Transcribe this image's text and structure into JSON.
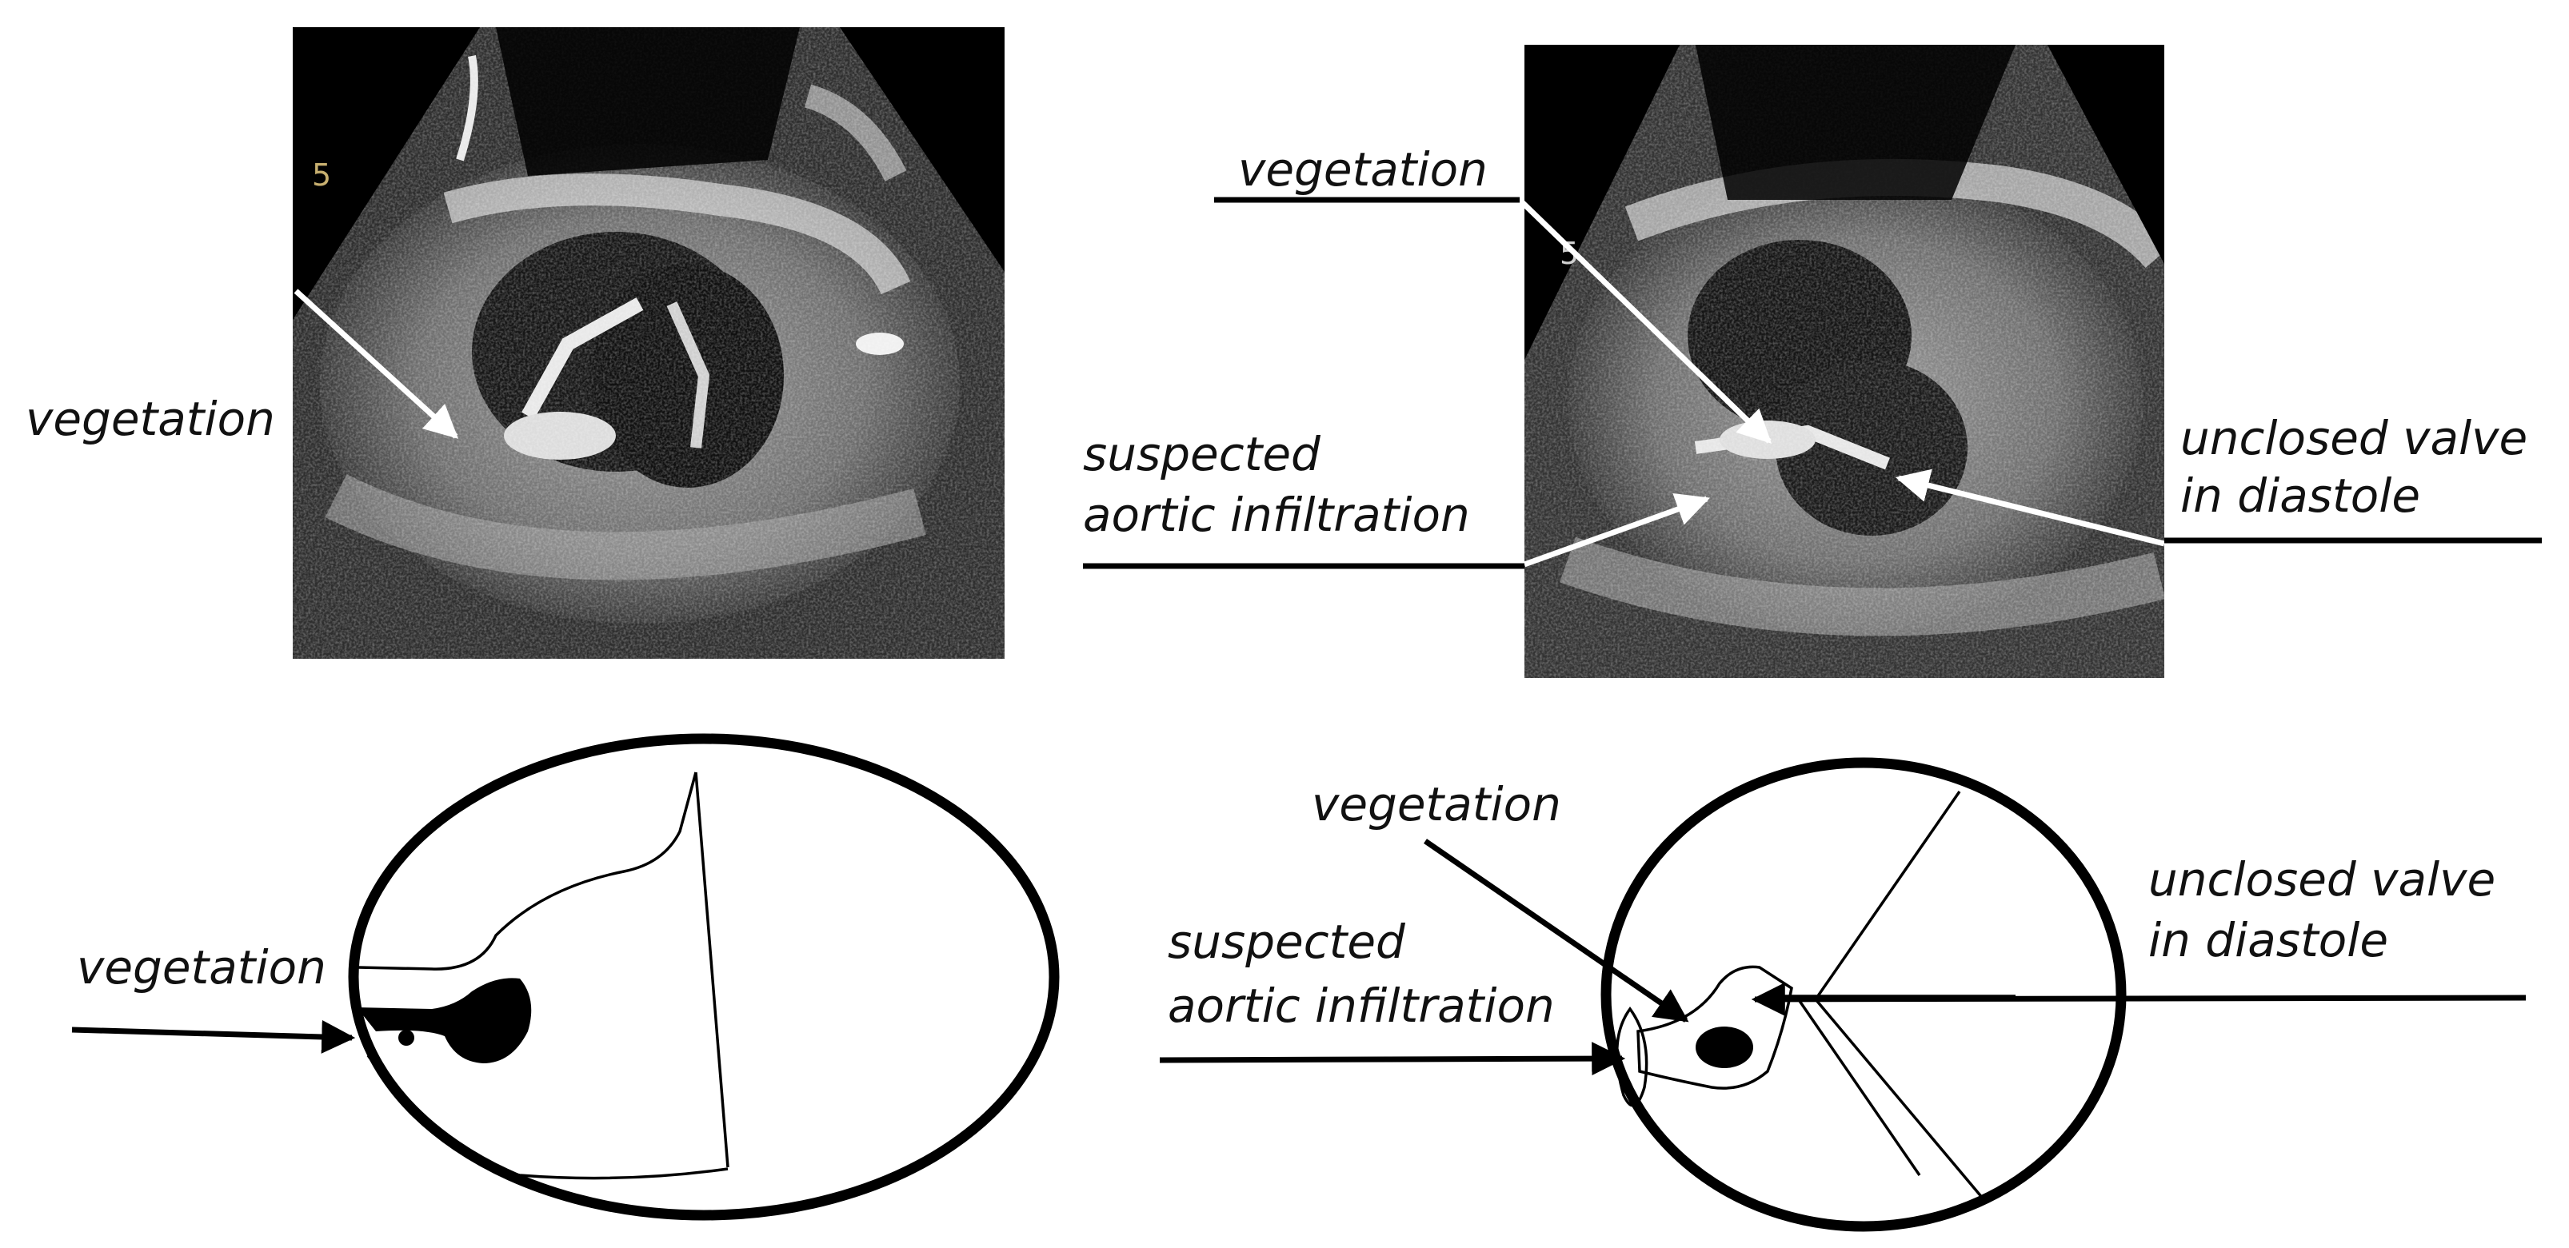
{
  "labels": {
    "panel_a_vegetation": "vegetation",
    "panel_b_vegetation": "vegetation",
    "panel_b_suspected_1": "suspected",
    "panel_b_suspected_2": "aortic infiltration",
    "panel_b_unclosed_1": "unclosed valve",
    "panel_b_unclosed_2": "in diastole",
    "panel_c_vegetation": "vegetation",
    "panel_d_vegetation": "vegetation",
    "panel_d_suspected_1": "suspected",
    "panel_d_suspected_2": "aortic infiltration",
    "panel_d_unclosed_1": "unclosed valve",
    "panel_d_unclosed_2": "in diastole"
  },
  "echo_depth_marker": "5",
  "colors": {
    "ink": "#000000",
    "background": "#ffffff",
    "ultrasound_field": "#1a1a1a"
  }
}
